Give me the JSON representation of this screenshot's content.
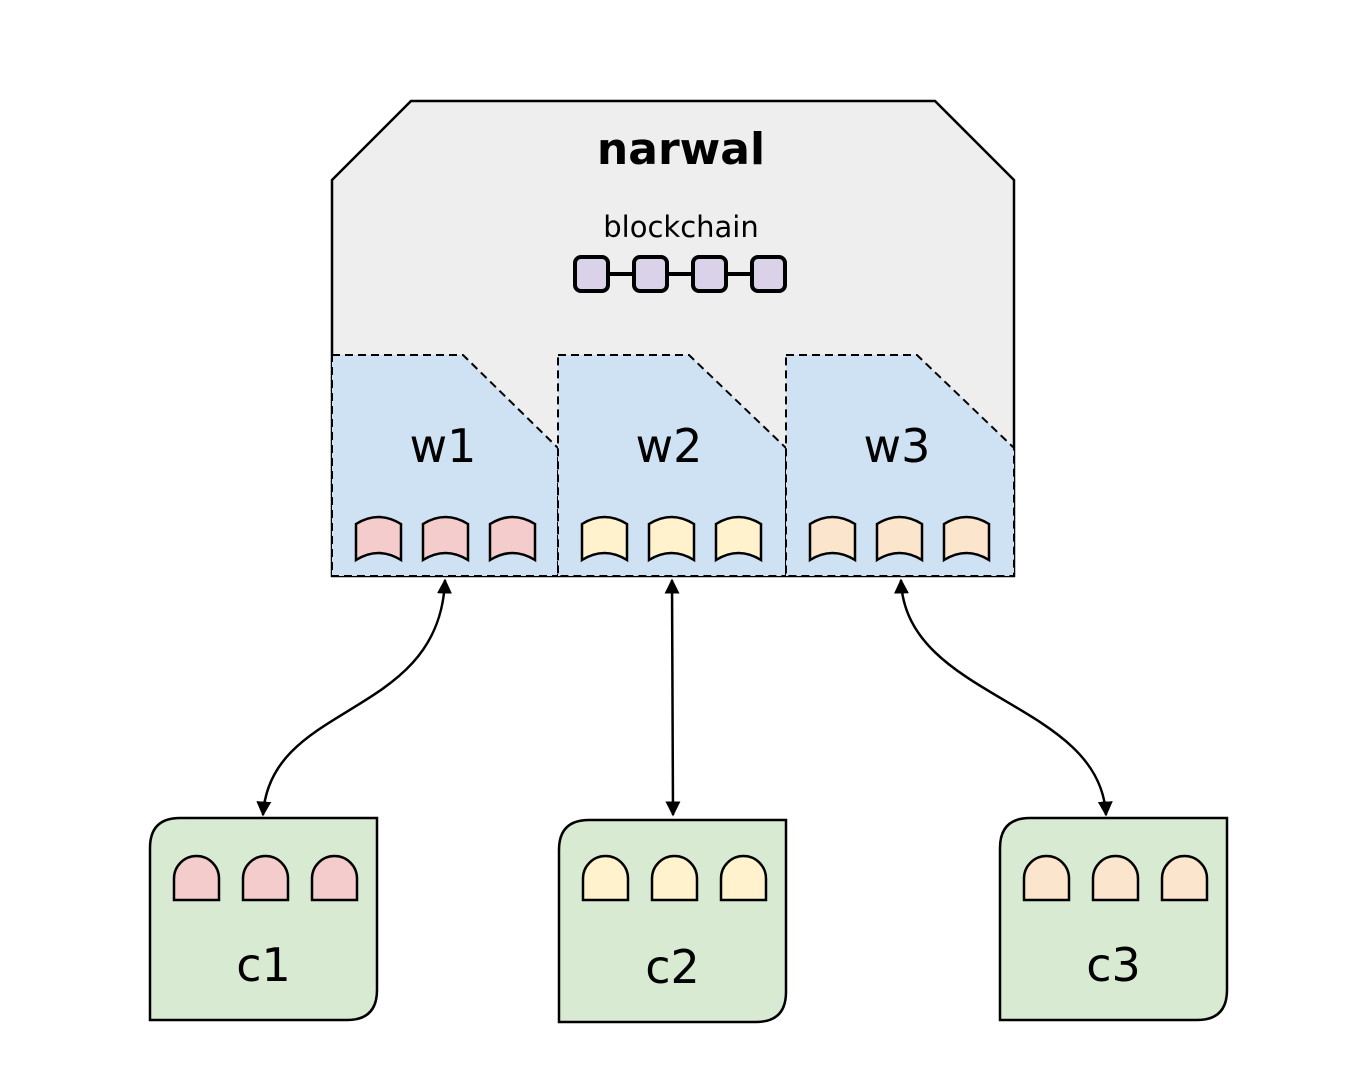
{
  "diagram": {
    "title": "narwal",
    "blockchain": {
      "label": "blockchain",
      "block_count": 4,
      "block_color": "#d9d2e9"
    },
    "container_color": "#eeeeee",
    "workers": [
      {
        "id": "w1",
        "label": "w1",
        "item_count": 3,
        "item_color": "#f4cccc",
        "fill": "#cfe2f3"
      },
      {
        "id": "w2",
        "label": "w2",
        "item_count": 3,
        "item_color": "#fff2cc",
        "fill": "#cfe2f3"
      },
      {
        "id": "w3",
        "label": "w3",
        "item_count": 3,
        "item_color": "#fce5cd",
        "fill": "#cfe2f3"
      }
    ],
    "clients": [
      {
        "id": "c1",
        "label": "c1",
        "item_count": 3,
        "item_color": "#f4cccc",
        "fill": "#d9ead3",
        "connects_to": "w1"
      },
      {
        "id": "c2",
        "label": "c2",
        "item_count": 3,
        "item_color": "#fff2cc",
        "fill": "#d9ead3",
        "connects_to": "w2"
      },
      {
        "id": "c3",
        "label": "c3",
        "item_count": 3,
        "item_color": "#fce5cd",
        "fill": "#d9ead3",
        "connects_to": "w3"
      }
    ],
    "connections": [
      {
        "from": "c1",
        "to": "w1",
        "bidirectional": true
      },
      {
        "from": "c2",
        "to": "w2",
        "bidirectional": true
      },
      {
        "from": "c3",
        "to": "w3",
        "bidirectional": true
      }
    ]
  }
}
